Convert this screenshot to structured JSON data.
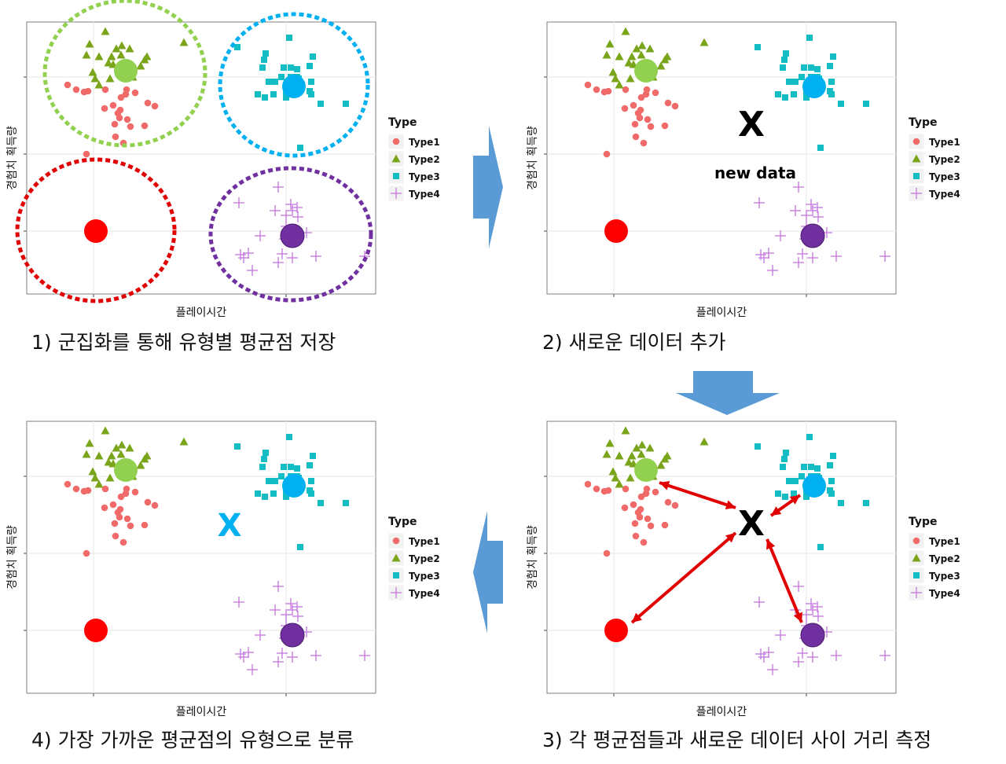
{
  "panels": [
    {
      "id": "p1",
      "caption": "1) 군집화를 통해 유형별 평균점 저장",
      "show_circles": true,
      "new_point": "none"
    },
    {
      "id": "p2",
      "caption": "2) 새로운 데이터 추가",
      "show_circles": false,
      "new_point": "black",
      "new_label": "new data"
    },
    {
      "id": "p3",
      "caption": "3) 각 평균점들과 새로운 데이터 사이 거리 측정",
      "show_circles": false,
      "new_point": "black",
      "arrows": true
    },
    {
      "id": "p4",
      "caption": "4) 가장 가까운 평균점의 유형으로 분류",
      "show_circles": false,
      "new_point": "blue"
    }
  ],
  "axes": {
    "xlabel": "플레이시간",
    "ylabel": "경험치 획득량"
  },
  "legend": {
    "title": "Type",
    "items": [
      {
        "label": "Type1",
        "shape": "circle",
        "color": "#f16a6a"
      },
      {
        "label": "Type2",
        "shape": "triangle",
        "color": "#7aa51b"
      },
      {
        "label": "Type3",
        "shape": "square",
        "color": "#14bcc4"
      },
      {
        "label": "Type4",
        "shape": "plus",
        "color": "#c77ee0"
      }
    ]
  },
  "new_point_symbol": "X",
  "centroid_colors": {
    "Type1": "#ff0000",
    "Type2": "#92d050",
    "Type3": "#00b0f0",
    "Type4": "#7030a0"
  },
  "circle_colors": {
    "Type1": "#e00000",
    "Type2": "#92d050",
    "Type3": "#00b0f0",
    "Type4": "#7030a0"
  },
  "colors": {
    "new_point_blue": "#00b0f0",
    "arrow": "#e00000",
    "flow_arrow": "#5b9bd5",
    "panel_bg": "#ffffff",
    "grid": "#ebebeb"
  }
}
